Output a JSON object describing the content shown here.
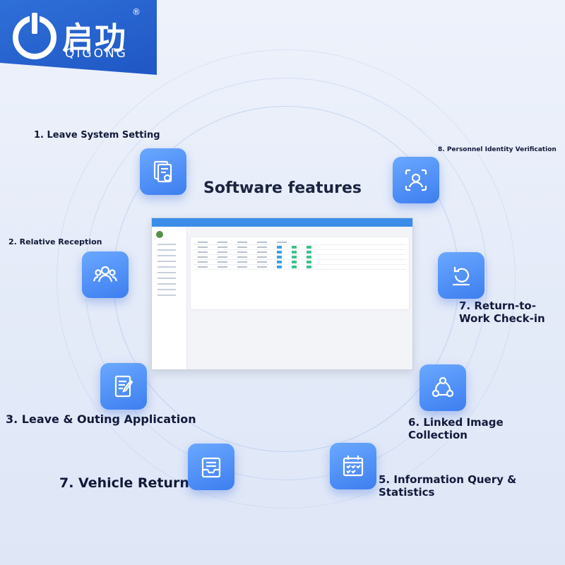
{
  "brand": {
    "name_cn": "启功",
    "name_en": "QIGONG",
    "reg_mark": "®"
  },
  "title": "Software features",
  "features": [
    {
      "id": "f1",
      "label": "1. Leave System Setting",
      "icon": "documents-gear-icon"
    },
    {
      "id": "f2",
      "label": "2. Relative Reception",
      "icon": "people-group-icon"
    },
    {
      "id": "f3",
      "label": "3. Leave & Outing Application",
      "icon": "form-pen-icon"
    },
    {
      "id": "f4",
      "label": "7. Vehicle Return",
      "icon": "tray-document-icon"
    },
    {
      "id": "f5",
      "label": "5. Information Query & Statistics",
      "icon": "calendar-check-icon"
    },
    {
      "id": "f6",
      "label": "6. Linked Image Collection",
      "icon": "share-nodes-icon"
    },
    {
      "id": "f7",
      "label": "7. Return-to-Work Check-in",
      "icon": "return-arrow-icon"
    },
    {
      "id": "f8",
      "label": "8. Personnel Identity Verification",
      "icon": "face-scan-icon"
    }
  ],
  "colors": {
    "accent": "#3d7ef0",
    "brand_blue": "#1f57c4",
    "text": "#12193a"
  }
}
